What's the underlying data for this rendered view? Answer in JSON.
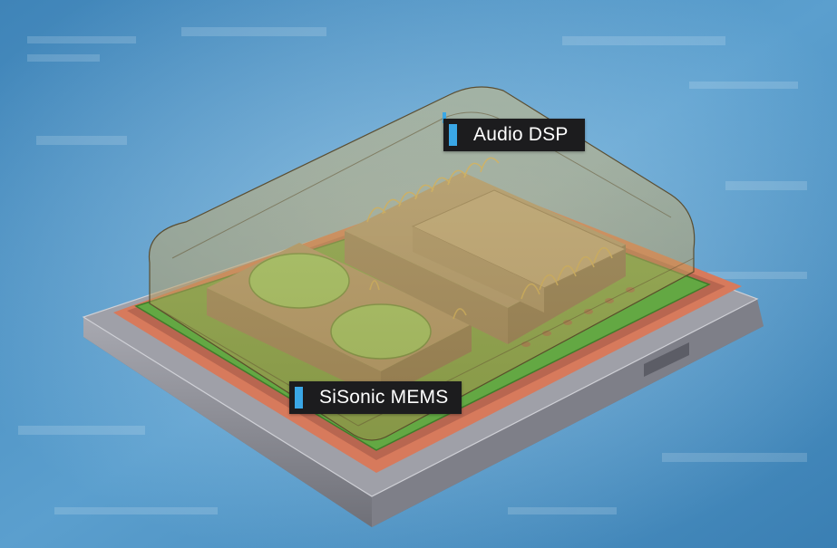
{
  "labels": {
    "audio_dsp": "Audio DSP",
    "sisonic_mems": "SiSonic MEMS"
  },
  "colors": {
    "background": "#4a8fc0",
    "callout_background": "#1c1c1e",
    "callout_text": "#ffffff",
    "callout_marker": "#3aa7e6",
    "substrate": "#8e8f97",
    "pcb_green": "#63a843",
    "lid_tan": "#b59a5a",
    "copper_ring": "#d77a5c",
    "mems_port": "#8ed86a",
    "dsp_die": "#9a8a6a"
  },
  "icons": {
    "callout_marker": "blue-bar-marker"
  }
}
